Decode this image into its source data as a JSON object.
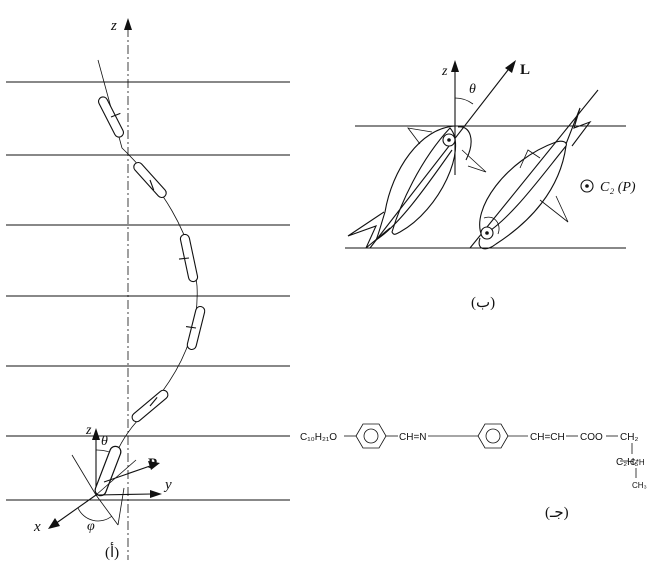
{
  "panel_a": {
    "axis_z_top": "z",
    "axis_z_bottom": "z",
    "angle_theta": "θ",
    "vector_p": "P",
    "axis_x": "x",
    "axis_y": "y",
    "angle_phi": "φ",
    "caption": "(أ)"
  },
  "panel_b": {
    "axis_z": "z",
    "angle_theta": "θ",
    "vector_l": "L",
    "symmetry_symbol": "⊙",
    "symmetry_label": "C₂ (P)",
    "caption": "(ب)"
  },
  "panel_c": {
    "terminal_group": "C₁₀H₂₁O",
    "link_1": "CH=N",
    "link_2": "CH=CH",
    "ester": "COO",
    "ch2": "CH₂",
    "chiral_center": "C*H",
    "ethyl": "C₂H₅",
    "methyl": "CH₃",
    "caption": "(جـ)"
  },
  "colors": {
    "ink": "#111111",
    "background": "#ffffff"
  }
}
